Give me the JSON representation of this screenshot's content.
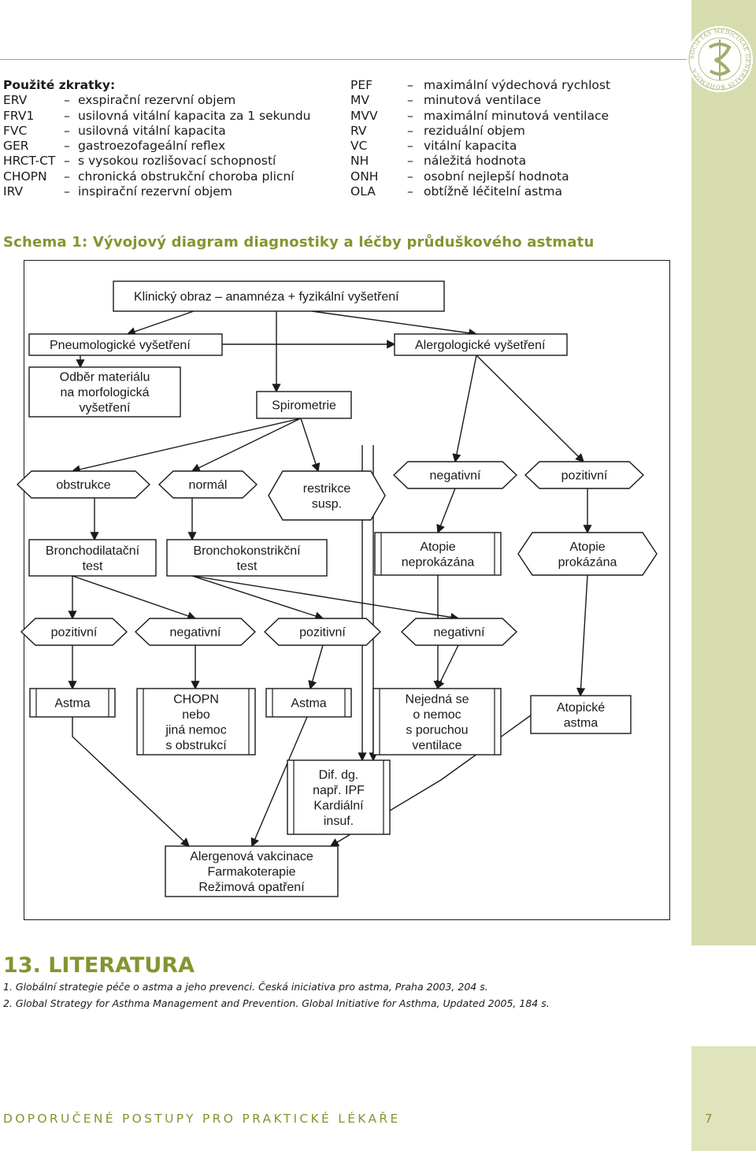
{
  "abbreviations": {
    "title": "Použité zkratky:",
    "dash": "–",
    "left": [
      {
        "abbr": "ERV",
        "meaning": "exspirační rezervní objem"
      },
      {
        "abbr": "FRV1",
        "meaning": "usilovná vitální kapacita za 1 sekundu"
      },
      {
        "abbr": "FVC",
        "meaning": "usilovná vitální kapacita"
      },
      {
        "abbr": "GER",
        "meaning": "gastroezofageální reflex"
      },
      {
        "abbr": "HRCT-CT",
        "meaning": "s vysokou rozlišovací schopností"
      },
      {
        "abbr": "CHOPN",
        "meaning": "chronická obstrukční choroba plicní"
      },
      {
        "abbr": "IRV",
        "meaning": "inspirační rezervní objem"
      }
    ],
    "right": [
      {
        "abbr": "PEF",
        "meaning": "maximální výdechová rychlost"
      },
      {
        "abbr": "MV",
        "meaning": "minutová ventilace"
      },
      {
        "abbr": "MVV",
        "meaning": "maximální minutová ventilace"
      },
      {
        "abbr": "RV",
        "meaning": "reziduální objem"
      },
      {
        "abbr": "VC",
        "meaning": "vitální kapacita"
      },
      {
        "abbr": "NH",
        "meaning": "náležitá hodnota"
      },
      {
        "abbr": "ONH",
        "meaning": "osobní nejlepší hodnota"
      },
      {
        "abbr": "OLA",
        "meaning": "obtížně léčitelní astma"
      }
    ]
  },
  "schema_title": "Schema 1: Vývojový diagram diagnostiky a léčby průduškového astmatu",
  "flowchart": {
    "klinicky": "Klinický obraz – anamnéza + fyzikální vyšetření",
    "pneumo": "Pneumologické vyšetření",
    "alergo": "Alergologické vyšetření",
    "odber": [
      "Odběr materiálu",
      "na morfologická",
      "vyšetření"
    ],
    "spirometrie": "Spirometrie",
    "obstrukce": "obstrukce",
    "normal": "normál",
    "restrikce": [
      "restrikce",
      "susp."
    ],
    "alergo_negativni": "negativní",
    "alergo_pozitivni": "pozitivní",
    "bronchodilatacni": [
      "Bronchodilatační",
      "test"
    ],
    "bronchokonstrikcni": [
      "Bronchokonstrikční",
      "test"
    ],
    "atopie_neprokazana": [
      "Atopie",
      "neprokázána"
    ],
    "atopie_prokazana": [
      "Atopie",
      "prokázána"
    ],
    "bd_pozitivni": "pozitivní",
    "bd_negativni": "negativní",
    "bk_pozitivni": "pozitivní",
    "bk_negativni": "negativní",
    "astma1": "Astma",
    "chopn": [
      "CHOPN",
      "nebo",
      "jiná nemoc",
      "s obstrukcí"
    ],
    "astma2": "Astma",
    "nejedna": [
      "Nejedná se",
      "o nemoc",
      "s poruchou",
      "ventilace"
    ],
    "atopicke": [
      "Atopické",
      "astma"
    ],
    "difdg": [
      "Dif. dg.",
      "např. IPF",
      "Kardiální",
      "insuf."
    ],
    "lecba": [
      "Alergenová vakcinace",
      "Farmakoterapie",
      "Režimová opatření"
    ]
  },
  "literature": {
    "title": "13.  LITERATURA",
    "items": [
      "1.  Globální strategie péče o astma a jeho prevenci. Česká iniciativa pro astma, Praha 2003, 204 s.",
      "2.  Global Strategy for Asthma Management and Prevention. Global Initiative for Asthma, Updated 2005, 184 s."
    ]
  },
  "logo_text": "SOCIETAS MEDICINAE GENERALIS BOHEMICA",
  "footer": "DOPORUČENÉ POSTUPY PRO PRAKTICKÉ LÉKAŘE",
  "page_number": "7",
  "colors": {
    "accent": "#86942e",
    "sidebar": "#d6dcae"
  }
}
